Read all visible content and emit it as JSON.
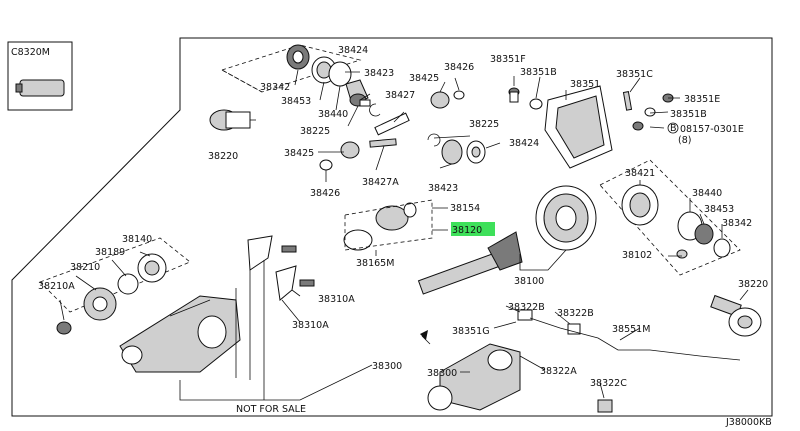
{
  "diagram_code": "J38000KB",
  "note": "NOT FOR SALE",
  "highlight_color": "#3ee05a",
  "highlight_part": "38120",
  "parts": {
    "c8320m": "C8320M",
    "p38424a": "38424",
    "p38342a": "38342",
    "p38423a": "38423",
    "p38453a": "38453",
    "p38440a": "38440",
    "p38425a": "38425",
    "p38426a": "38426",
    "p38427": "38427",
    "p38225a": "38225",
    "p38220a": "38220",
    "p38225b": "38225",
    "p38424b": "38424",
    "p38425b": "38425",
    "p38426b": "38426",
    "p38427a": "38427A",
    "p38423b": "38423",
    "p38351f": "38351F",
    "p38351b_a": "38351B",
    "p38351": "38351",
    "p38351c": "38351C",
    "p38351e": "38351E",
    "p38351b_b": "38351B",
    "p08157": "08157-0301E",
    "p08157_qty": "(8)",
    "p08157_prefix": "B",
    "p38421": "38421",
    "p38440b": "38440",
    "p38453b": "38453",
    "p38342b": "38342",
    "p38102": "38102",
    "p38220b": "38220",
    "p38154": "38154",
    "p38120": "38120",
    "p38165m": "38165M",
    "p38100": "38100",
    "p38140": "38140",
    "p38189": "38189",
    "p38210": "38210",
    "p38210a": "38210A",
    "p38310a_a": "38310A",
    "p38310a_b": "38310A",
    "p38300_a": "38300",
    "p38322b_a": "38322B",
    "p38322b_b": "38322B",
    "p38351g": "38351G",
    "p38551m": "38551M",
    "p38322a": "38322A",
    "p38300_b": "38300",
    "p38322c": "38322C"
  }
}
